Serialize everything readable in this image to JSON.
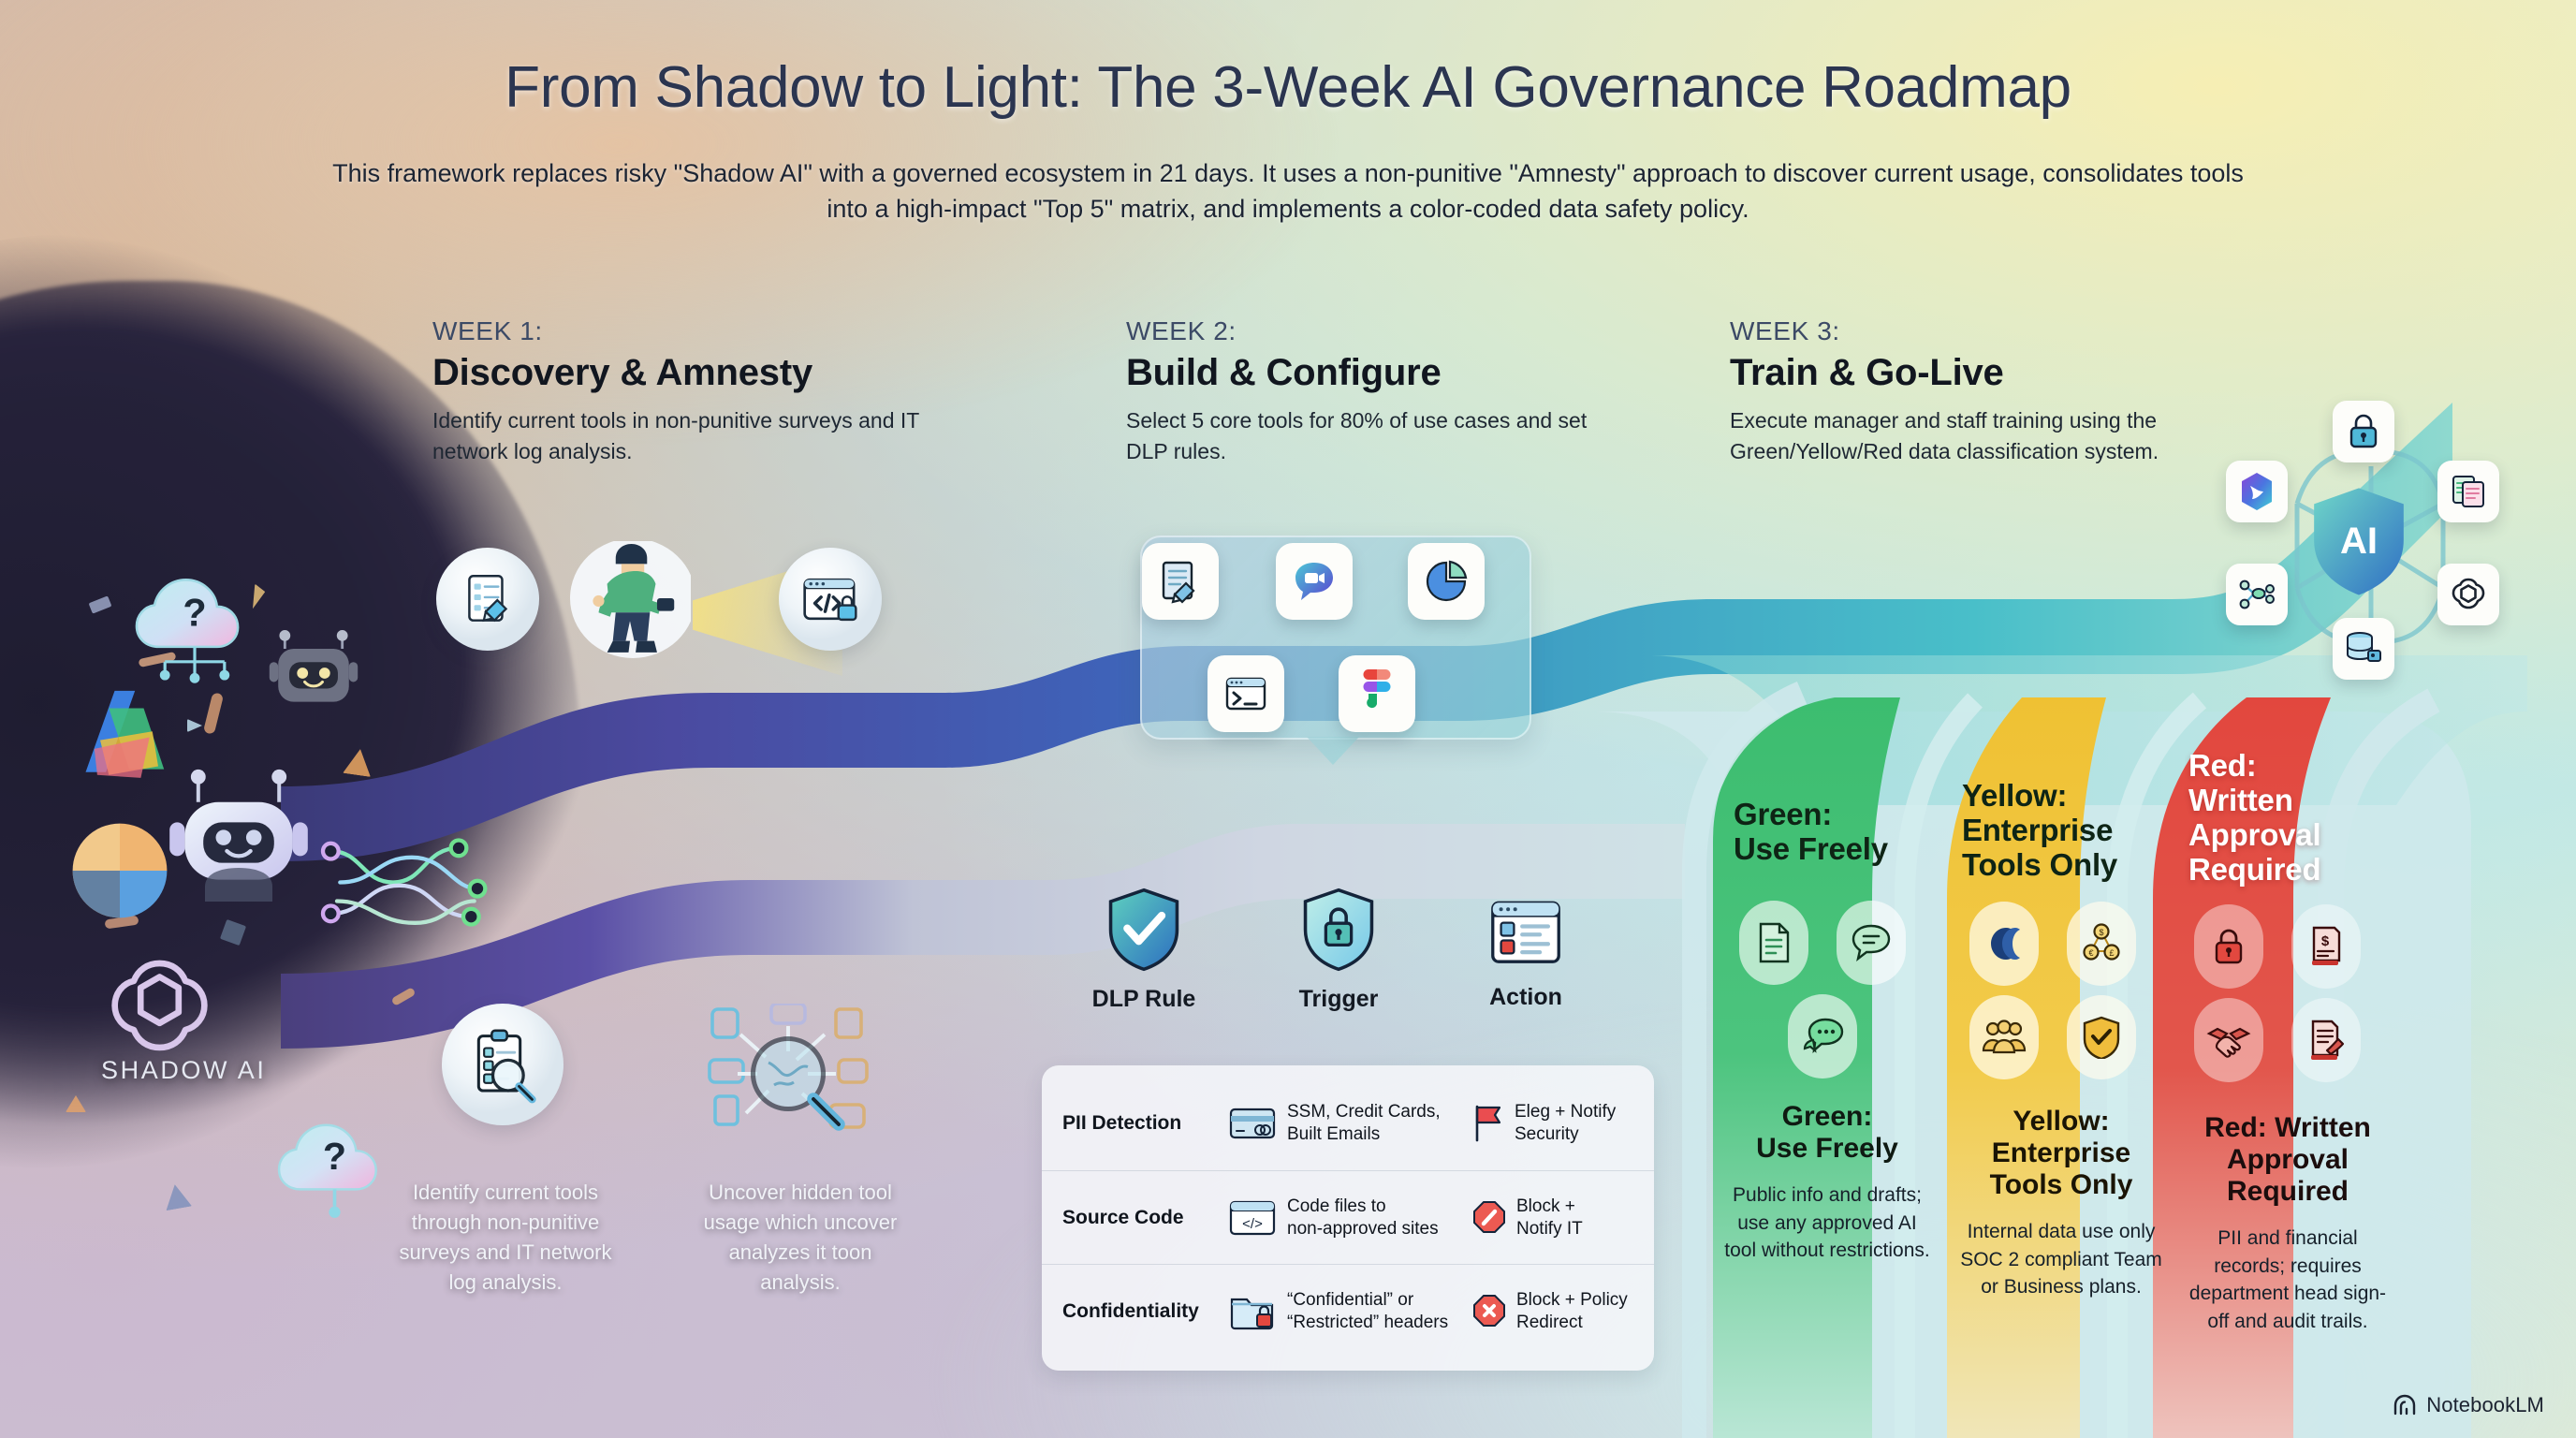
{
  "header": {
    "title": "From Shadow to Light: The 3-Week AI Governance Roadmap",
    "subtitle": "This framework replaces risky \"Shadow AI\" with a governed ecosystem in 21 days. It uses a non-punitive \"Amnesty\" approach to discover current usage, consolidates tools into a high-impact \"Top 5\" matrix, and implements a color-coded data safety policy."
  },
  "shadow": {
    "label": "SHADOW AI",
    "icons": [
      "cloud-question-icon",
      "robot-icon",
      "chatbot-icon",
      "openai-logo-icon",
      "copilot-logo-icon",
      "pie-chart-icon",
      "neural-network-icon",
      "cloud-question-icon-2"
    ]
  },
  "weeks": [
    {
      "kicker": "WEEK 1:",
      "title": "Discovery & Amnesty",
      "desc": "Identify current tools in non-punitive surveys and IT network log analysis.",
      "icons": [
        "survey-clipboard-icon",
        "explorer-flashlight-icon",
        "code-lock-window-icon"
      ]
    },
    {
      "kicker": "WEEK 2:",
      "title": "Build & Configure",
      "desc": "Select 5 core tools for 80% of use cases and set DLP rules.",
      "icons": [
        "document-editor-icon",
        "chat-video-icon",
        "pie-chart-icon",
        "terminal-window-icon",
        "figma-logo-icon"
      ]
    },
    {
      "kicker": "WEEK 3:",
      "title": "Train & Go-Live",
      "desc": "Execute manager and staff training using the Green/Yellow/Red data classification system.",
      "icons": [
        "ai-shield-hub-icon",
        "padlock-icon",
        "document-compare-icon",
        "openai-logo-icon",
        "database-key-icon",
        "node-graph-icon",
        "copilot-logo-icon"
      ]
    }
  ],
  "discovery_captions": [
    {
      "icon": "clipboard-magnifier-icon",
      "text": "Identify current tools through non-punitive surveys and IT network log analysis."
    },
    {
      "icon": "magnifier-network-icon",
      "text": "Uncover hidden tool usage which uncover analyzes it toon analysis."
    }
  ],
  "dlp": {
    "columns": [
      {
        "label": "DLP Rule",
        "icon": "shield-check-icon"
      },
      {
        "label": "Trigger",
        "icon": "shield-lock-icon"
      },
      {
        "label": "Action",
        "icon": "policy-window-icon"
      }
    ],
    "rows": [
      {
        "rule": "PII Detection",
        "trigger_icon": "credit-card-icon",
        "trigger": "SSM, Credit Cards,\nBuilt Emails",
        "action_icon": "red-flag-icon",
        "action": "Eleg + Notify\nSecurity"
      },
      {
        "rule": "Source Code",
        "trigger_icon": "code-window-icon",
        "trigger": "Code files to\nnon-approved sites",
        "action_icon": "block-slash-icon",
        "action": "Block +\nNotify IT"
      },
      {
        "rule": "Confidentiality",
        "trigger_icon": "folder-lock-icon",
        "trigger": "“Confidential” or\n“Restricted” headers",
        "action_icon": "block-x-icon",
        "action": "Block + Policy\nRedirect"
      }
    ]
  },
  "classification": [
    {
      "key": "green",
      "heading": "Green:\nUse Freely",
      "footer": "Green:\nUse Freely",
      "body": "Public info and drafts; use any approved AI tool without restrictions.",
      "color": "#3fbf73",
      "icons": [
        "document-icon",
        "chat-bubble-icon",
        "chat-dots-icon"
      ]
    },
    {
      "key": "yellow",
      "heading": "Yellow:\nEnterprise\nTools Only",
      "footer": "Yellow:\nEnterprise\nTools Only",
      "body": "Internal data use only SOC 2 compliant Team or Business plans.",
      "color": "#efc233",
      "icons": [
        "claude-logo-icon",
        "coin-network-icon",
        "team-group-icon",
        "shield-check-icon"
      ]
    },
    {
      "key": "red",
      "heading": "Red:\nWritten\nApproval\nRequired",
      "footer": "Red: Written\nApproval\nRequired",
      "body": "PII and financial records; requires department head sign-off and audit trails.",
      "color": "#e2483f",
      "icons": [
        "padlock-icon",
        "invoice-dollar-icon",
        "handshake-icon",
        "signed-contract-icon"
      ]
    }
  ],
  "watermark": {
    "label": "NotebookLM",
    "icon": "notebooklm-logo-icon"
  }
}
